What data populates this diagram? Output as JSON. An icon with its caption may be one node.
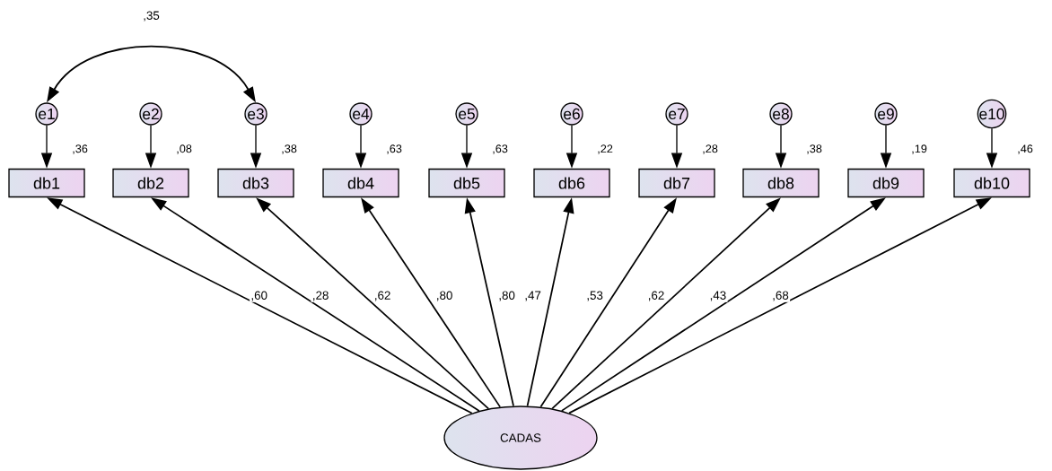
{
  "diagram": {
    "nodes": [
      {
        "text": [
          "e1"
        ]
      },
      {
        "text": [
          "e2"
        ]
      },
      {
        "text": [
          "e3"
        ]
      },
      {
        "text": [
          "e4"
        ]
      },
      {
        "text": [
          "e5"
        ]
      },
      {
        "text": [
          "e6"
        ]
      },
      {
        "text": [
          "e7"
        ]
      },
      {
        "text": [
          "e8"
        ]
      },
      {
        "text": [
          "e9"
        ]
      },
      {
        "text": [
          "e10"
        ]
      },
      {
        "text": [
          "db1"
        ],
        "beside": [
          ",36"
        ]
      },
      {
        "text": [
          "db2"
        ],
        "beside": [
          ",08"
        ]
      },
      {
        "text": [
          "db3"
        ],
        "beside": [
          ",38"
        ]
      },
      {
        "text": [
          "db4"
        ],
        "beside": [
          ",63"
        ]
      },
      {
        "text": [
          "db5"
        ],
        "beside": [
          ",63"
        ]
      },
      {
        "text": [
          "db6"
        ],
        "beside": [
          ",22"
        ]
      },
      {
        "text": [
          "db7"
        ],
        "beside": [
          ",28"
        ]
      },
      {
        "text": [
          "db8"
        ],
        "beside": [
          ",38"
        ]
      },
      {
        "text": [
          "db9"
        ],
        "beside": [
          ",19"
        ]
      },
      {
        "text": [
          "db10"
        ],
        "beside": [
          ",46"
        ]
      },
      {
        "text": [
          "CADAS"
        ]
      }
    ],
    "edges": [
      {
        "from": 0,
        "to": 10,
        "arrow": "to"
      },
      {
        "from": 1,
        "to": 11,
        "arrow": "to"
      },
      {
        "from": 2,
        "to": 12,
        "arrow": "to"
      },
      {
        "from": 3,
        "to": 13,
        "arrow": "to"
      },
      {
        "from": 4,
        "to": 14,
        "arrow": "to"
      },
      {
        "from": 5,
        "to": 15,
        "arrow": "to"
      },
      {
        "from": 6,
        "to": 16,
        "arrow": "to"
      },
      {
        "from": 7,
        "to": 17,
        "arrow": "to"
      },
      {
        "from": 8,
        "to": 18,
        "arrow": "to"
      },
      {
        "from": 9,
        "to": 19,
        "arrow": "to"
      },
      {
        "from": 20,
        "to": 10,
        "arrow": "to",
        "label": ",60"
      },
      {
        "from": 20,
        "to": 11,
        "arrow": "to",
        "label": ",28"
      },
      {
        "from": 20,
        "to": 12,
        "arrow": "to",
        "label": ",62"
      },
      {
        "from": 20,
        "to": 13,
        "arrow": "to",
        "label": ",80"
      },
      {
        "from": 20,
        "to": 14,
        "arrow": "to",
        "label": ",80"
      },
      {
        "from": 20,
        "to": 15,
        "arrow": "to",
        "label": ",47"
      },
      {
        "from": 20,
        "to": 16,
        "arrow": "to",
        "label": ",53"
      },
      {
        "from": 20,
        "to": 17,
        "arrow": "to",
        "label": ",62"
      },
      {
        "from": 20,
        "to": 18,
        "arrow": "to",
        "label": ",43"
      },
      {
        "from": 20,
        "to": 19,
        "arrow": "to",
        "label": ",68"
      },
      {
        "from": 0,
        "to": 2,
        "arrow": "both",
        "label": ",35"
      }
    ]
  }
}
